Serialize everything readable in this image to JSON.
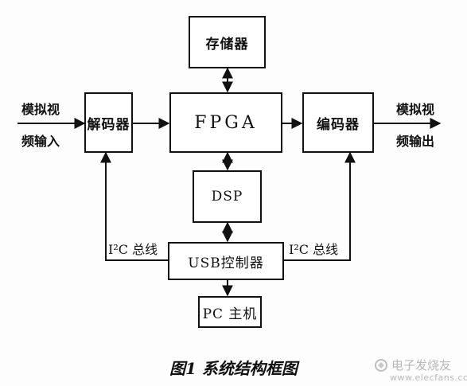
{
  "blocks": {
    "memory": "存储器",
    "decoder": "解码器",
    "fpga": "FPGA",
    "encoder": "编码器",
    "dsp": "DSP",
    "usb_controller": "USB控制器",
    "pc_host": "PC 主机"
  },
  "labels": {
    "input_line1": "模拟视",
    "input_line2": "频输入",
    "output_line1": "模拟视",
    "output_line2": "频输出",
    "i2c_left": "I²C 总线",
    "i2c_right": "I²C 总线"
  },
  "caption": "图1 系统结构框图",
  "watermark": {
    "brand": "电子发烧友",
    "site": "www.elecfans.com"
  }
}
